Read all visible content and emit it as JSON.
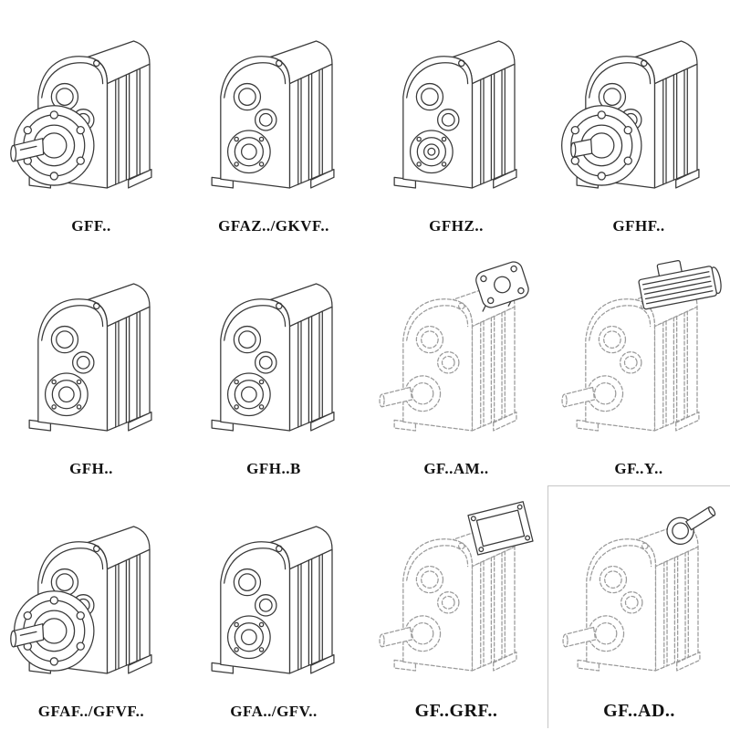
{
  "colors": {
    "background": "#ffffff",
    "line": "#3a3a3a",
    "phantom_line": "#9b9b9b",
    "label_text": "#111111"
  },
  "grid": {
    "rows": 3,
    "cols": 4,
    "items": [
      {
        "label": "GFF..",
        "drawing": "gearbox-flange-shaft",
        "style": "solid"
      },
      {
        "label": "GFAZ../GKVF..",
        "drawing": "gearbox-hollow-hub",
        "style": "solid"
      },
      {
        "label": "GFHZ..",
        "drawing": "gearbox-hollow-shaft",
        "style": "solid"
      },
      {
        "label": "GFHF..",
        "drawing": "gearbox-flange-front",
        "style": "solid"
      },
      {
        "label": "GFH..",
        "drawing": "gearbox-hollow-hub",
        "style": "solid"
      },
      {
        "label": "GFH..B",
        "drawing": "gearbox-hollow-hub",
        "style": "solid"
      },
      {
        "label": "GF..AM..",
        "drawing": "gearbox-iec-adapter",
        "style": "dashed"
      },
      {
        "label": "GF..Y..",
        "drawing": "gearbox-motor",
        "style": "dashed"
      },
      {
        "label": "GFAF../GFVF..",
        "drawing": "gearbox-flange-shaft",
        "style": "solid"
      },
      {
        "label": "GFA../GFV..",
        "drawing": "gearbox-hollow-hub",
        "style": "solid"
      },
      {
        "label": "GF..GRF..",
        "drawing": "gearbox-cover-box",
        "style": "dashed"
      },
      {
        "label": "GF..AD..",
        "drawing": "gearbox-input-shaft",
        "style": "dashed"
      }
    ]
  }
}
